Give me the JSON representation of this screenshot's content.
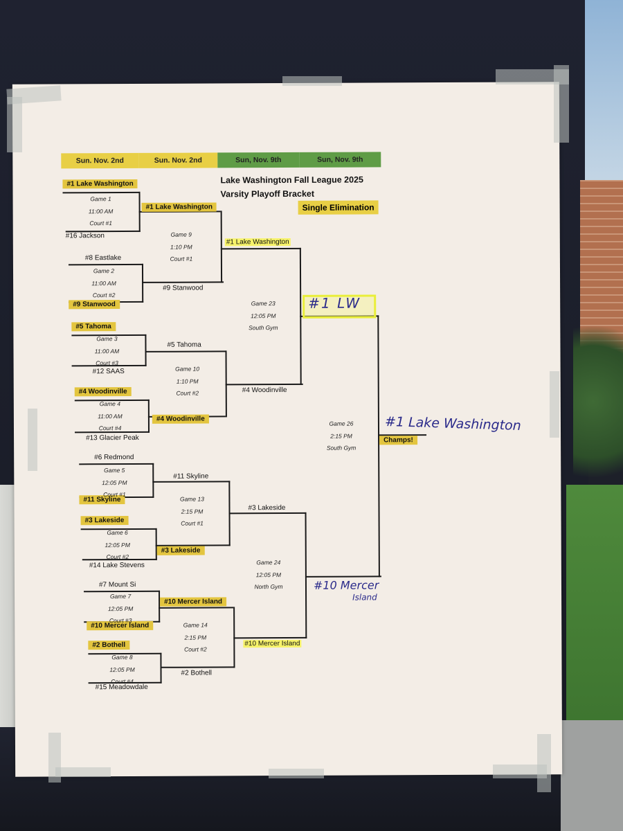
{
  "headers": [
    "Sun. Nov. 2nd",
    "Sun. Nov. 2nd",
    "Sun, Nov. 9th",
    "Sun, Nov. 9th"
  ],
  "title_line1": "Lake Washington Fall League 2025",
  "title_line2": "Varsity Playoff Bracket",
  "format_tag": "Single Elimination",
  "round1": [
    {
      "top": "#1 Lake Washington",
      "bottom": "#16 Jackson",
      "game": "Game 1",
      "time": "11:00 AM",
      "court": "Court #1"
    },
    {
      "top": "#8 Eastlake",
      "bottom": "#9 Stanwood",
      "game": "Game 2",
      "time": "11:00 AM",
      "court": "Court #2"
    },
    {
      "top": "#5 Tahoma",
      "bottom": "#12 SAAS",
      "game": "Game 3",
      "time": "11:00 AM",
      "court": "Court #3"
    },
    {
      "top": "#4 Woodinville",
      "bottom": "#13 Glacier Peak",
      "game": "Game 4",
      "time": "11:00 AM",
      "court": "Court #4"
    },
    {
      "top": "#6 Redmond",
      "bottom": "#11 Skyline",
      "game": "Game 5",
      "time": "12:05 PM",
      "court": "Court #1"
    },
    {
      "top": "#3 Lakeside",
      "bottom": "#14 Lake Stevens",
      "game": "Game 6",
      "time": "12:05 PM",
      "court": "Court #2"
    },
    {
      "top": "#7 Mount Si",
      "bottom": "#10 Mercer Island",
      "game": "Game 7",
      "time": "12:05 PM",
      "court": "Court #3"
    },
    {
      "top": "#2 Bothell",
      "bottom": "#15 Meadowdale",
      "game": "Game 8",
      "time": "12:05 PM",
      "court": "Court #4"
    }
  ],
  "round2": [
    {
      "top": "#1 Lake Washington",
      "bottom": "#9 Stanwood",
      "game": "Game 9",
      "time": "1:10 PM",
      "court": "Court #1"
    },
    {
      "top": "#5 Tahoma",
      "bottom": "#4 Woodinville",
      "game": "Game 10",
      "time": "1:10 PM",
      "court": "Court #2"
    },
    {
      "top": "#11 Skyline",
      "bottom": "#3 Lakeside",
      "game": "Game 13",
      "time": "2:15 PM",
      "court": "Court #1"
    },
    {
      "top": "#10 Mercer Island",
      "bottom": "#2 Bothell",
      "game": "Game 14",
      "time": "2:15 PM",
      "court": "Court #2"
    }
  ],
  "round3": [
    {
      "top": "#1 Lake Washington",
      "bottom": "#4 Woodinville",
      "game": "Game 23",
      "time": "12:05 PM",
      "court": "South Gym"
    },
    {
      "top": "#3 Lakeside",
      "bottom": "#10 Mercer Island",
      "game": "Game 24",
      "time": "12:05 PM",
      "court": "North Gym"
    }
  ],
  "final": {
    "game": "Game 26",
    "time": "2:15 PM",
    "court": "South Gym",
    "champs_label": "Champs!"
  },
  "handwritten": {
    "semi_top": "#1 LW",
    "semi_bottom_line1": "#10 Mercer",
    "semi_bottom_line2": "Island",
    "champion": "#1 Lake Washington"
  }
}
